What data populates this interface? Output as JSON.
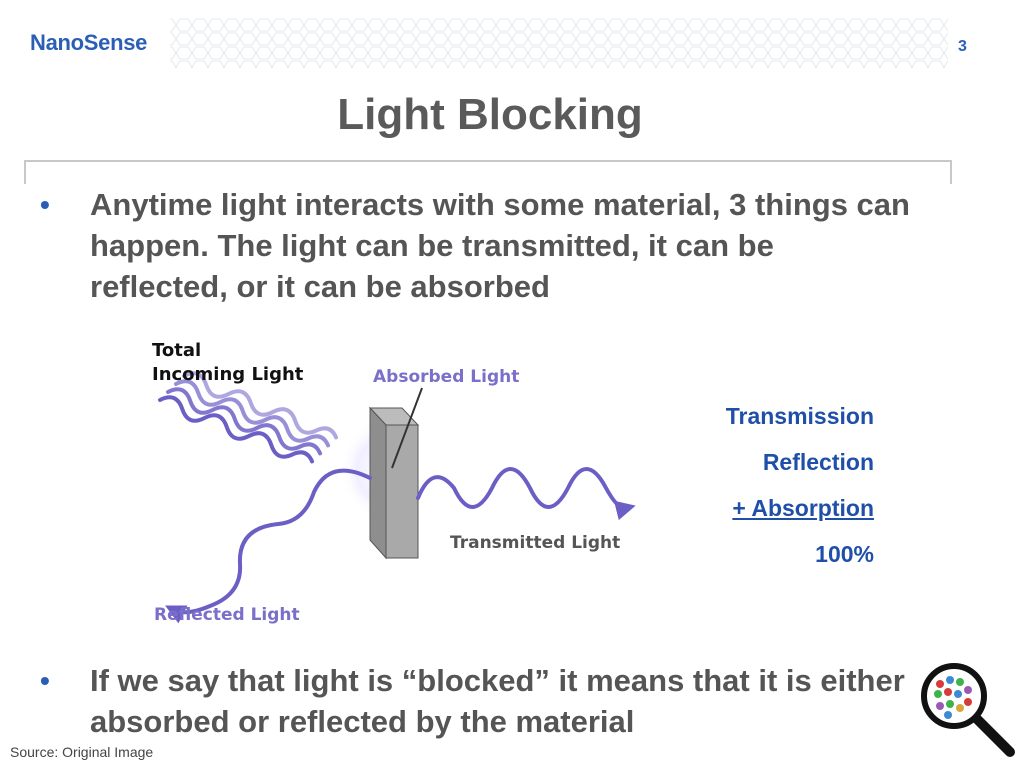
{
  "header": {
    "brand": "NanoSense",
    "slide_number": "3"
  },
  "title": "Light Blocking",
  "bullets": [
    "Anytime light interacts with some material, 3 things can happen. The light can be transmitted, it can be reflected, or it can be absorbed",
    "If we say that light is “blocked” it means that it is either absorbed or reflected by the material"
  ],
  "bullet_marker": "•",
  "diagram": {
    "incoming_line1": "Total",
    "incoming_line2": "Incoming Light",
    "absorbed": "Absorbed Light",
    "transmitted": "Transmitted Light",
    "reflected": "Reflected Light"
  },
  "summation": {
    "line1": "Transmission",
    "line2": "Reflection",
    "line3": "+ Absorption",
    "total": "100%"
  },
  "source": "Source: Original Image",
  "colors": {
    "brand": "#2b5fb5",
    "wave": "#6b5fc6",
    "summation": "#1f4fa8",
    "title": "#5a5a5a"
  },
  "icons": {
    "logo_decoration": "hexagon-pattern",
    "corner_graphic": "magnifier-icon"
  }
}
